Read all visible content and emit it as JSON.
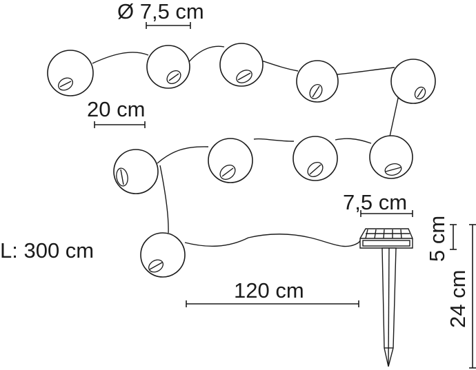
{
  "labels": {
    "bulb_diameter": "Ø 7,5 cm",
    "bulb_spacing": "20 cm",
    "total_length": "L: 300 cm",
    "lead_cable": "120 cm",
    "panel_width": "7,5 cm",
    "panel_height": "5 cm",
    "stake_height": "24 cm"
  }
}
